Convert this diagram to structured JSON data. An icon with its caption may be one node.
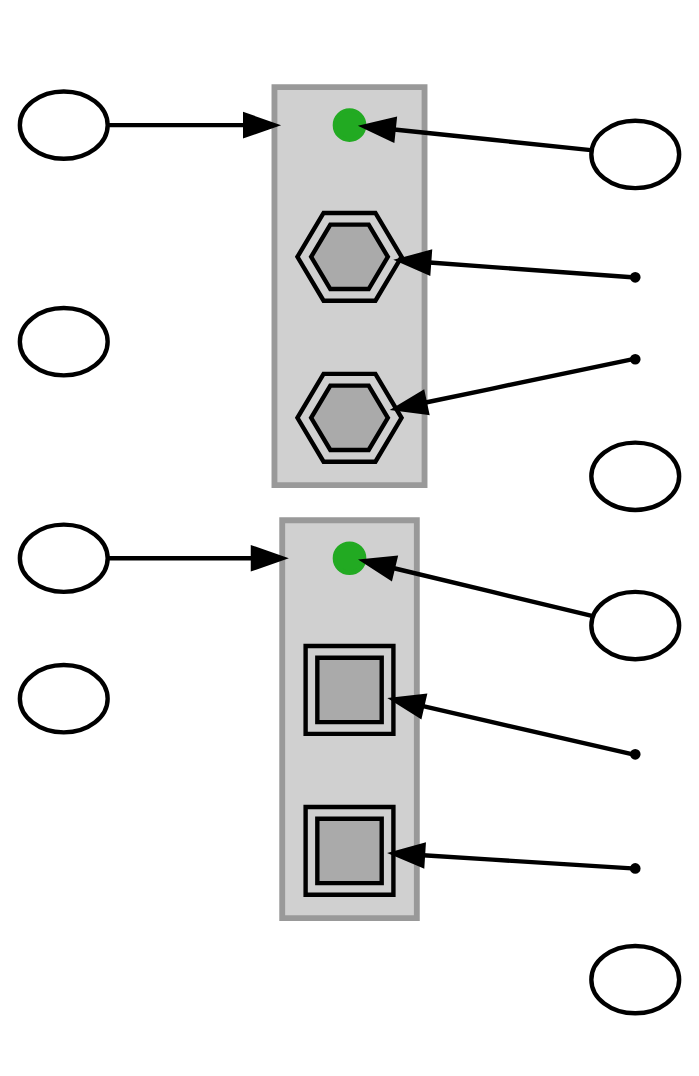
{
  "diagram": {
    "nodes": [
      {
        "text": [],
        "shape": "circle"
      },
      {
        "text": [],
        "shape": "picture"
      },
      {
        "text": [],
        "shape": "circle",
        "in": 1
      },
      {
        "text": [],
        "shape": "picture",
        "in": 1
      },
      {
        "text": [],
        "shape": "picture",
        "in": 1
      },
      {
        "text": [],
        "shape": "circle"
      },
      {
        "text": [],
        "shape": "circle"
      },
      {
        "text": [],
        "shape": "circle"
      },
      {
        "text": [],
        "shape": "circle"
      },
      {
        "text": [],
        "shape": "picture"
      },
      {
        "text": [],
        "shape": "circle",
        "in": 9
      },
      {
        "text": [],
        "shape": "picture",
        "in": 9
      },
      {
        "text": [],
        "shape": "picture",
        "in": 9
      },
      {
        "text": [],
        "shape": "circle"
      },
      {
        "text": [],
        "shape": "circle"
      },
      {
        "text": [],
        "shape": "circle"
      }
    ],
    "edges": [
      {
        "from": 0,
        "to": 1,
        "arrow": "to"
      },
      {
        "from": 5,
        "to": 2,
        "arrow": "to"
      },
      {
        "from": null,
        "to": 3,
        "arrow": "to"
      },
      {
        "from": null,
        "to": 4,
        "arrow": "to"
      },
      {
        "from": 8,
        "to": 9,
        "arrow": "to"
      },
      {
        "from": 13,
        "to": 10,
        "arrow": "to"
      },
      {
        "from": null,
        "to": 11,
        "arrow": "to"
      },
      {
        "from": null,
        "to": 12,
        "arrow": "to"
      }
    ]
  }
}
